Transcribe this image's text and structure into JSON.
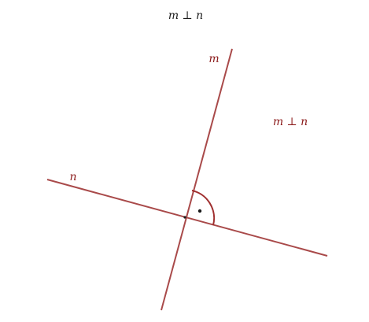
{
  "diagram": {
    "title": "m ⊥ n",
    "relation_label": "m ⊥ n",
    "lines": [
      {
        "name": "m",
        "label": "m",
        "color": "#a94a4a"
      },
      {
        "name": "n",
        "label": "n",
        "color": "#a94a4a"
      }
    ],
    "right_angle": {
      "symbol": "arc-with-dot",
      "color": "#a03030"
    },
    "colors": {
      "line": "#a94a4a",
      "label": "#8b1a1a",
      "title": "#1a1a1a"
    }
  }
}
